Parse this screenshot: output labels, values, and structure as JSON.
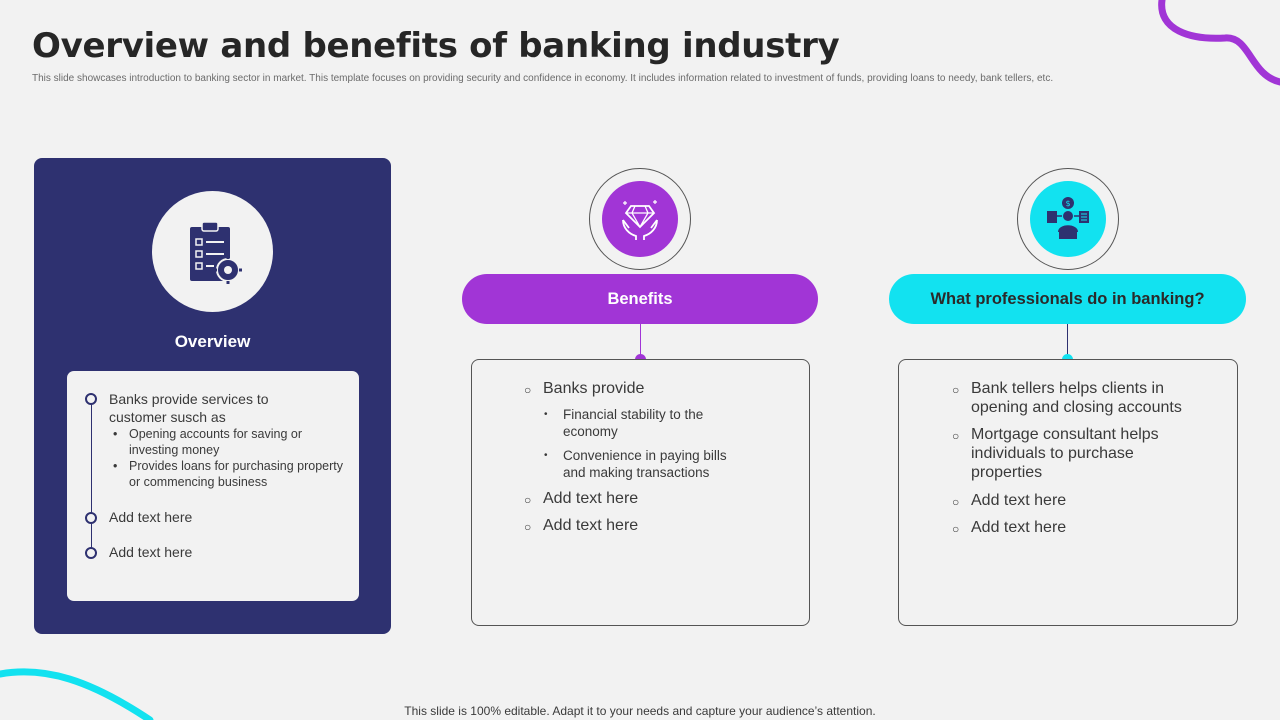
{
  "slide": {
    "title": "Overview and benefits of banking industry",
    "subtitle": "This slide showcases introduction to banking sector in market. This template focuses on providing security and confidence in economy. It includes information related to investment of funds, providing loans to needy, bank tellers, etc.",
    "footer": "This slide is 100% editable. Adapt it to your needs and capture your audience’s attention."
  },
  "overview": {
    "heading": "Overview",
    "icon": "clipboard-gear-icon",
    "items": [
      {
        "text": "Banks provide services to customer susch as",
        "subitems": [
          "Opening accounts for saving or investing money",
          "Provides loans for purchasing property or commencing business"
        ]
      },
      {
        "text": "Add text here"
      },
      {
        "text": "Add text here"
      }
    ]
  },
  "benefits": {
    "heading": "Benefits",
    "icon": "diamond-hands-icon",
    "items": [
      {
        "text": "Banks provide",
        "subitems": [
          "Financial stability to the economy",
          "Convenience in paying bills and making transactions"
        ]
      },
      {
        "text": "Add text here"
      },
      {
        "text": "Add text here"
      }
    ]
  },
  "professionals": {
    "heading": "What professionals do in banking?",
    "icon": "banker-network-icon",
    "items": [
      {
        "text": "Bank tellers helps clients in opening and closing accounts"
      },
      {
        "text": "Mortgage consultant helps individuals to purchase properties"
      },
      {
        "text": "Add text here"
      },
      {
        "text": "Add text here"
      }
    ]
  },
  "colors": {
    "navy": "#2e3170",
    "purple": "#a135d6",
    "cyan": "#12e2f0",
    "background": "#f2f2f2"
  }
}
